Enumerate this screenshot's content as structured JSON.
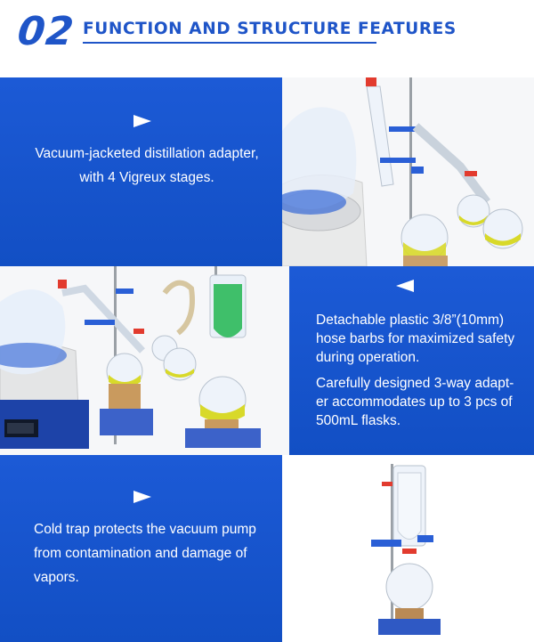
{
  "header": {
    "number": "02",
    "title": "FUNCTION AND STRUCTURE FEATURES"
  },
  "section1": {
    "arrow_icon": "arrow-right-icon",
    "lines": [
      "Vacuum-jacketed distillation adapter,",
      "with 4 Vigreux stages."
    ]
  },
  "section2": {
    "arrow_icon": "arrow-left-icon",
    "para1": [
      "Detachable plastic 3/8”(10mm)",
      "hose barbs for maximized safety",
      "during operation."
    ],
    "para2": [
      "Carefully designed 3-way  adapt-",
      "er accommodates up to 3 pcs of",
      "500mL flasks."
    ]
  },
  "section3": {
    "arrow_icon": "arrow-right-icon",
    "lines": [
      "Cold trap protects the vacuum pump",
      "from contamination and damage of",
      "vapors."
    ]
  },
  "colors": {
    "brand_blue": "#1f55c8",
    "panel_blue": "#1653c9",
    "liquid_yellow": "#d8d92a",
    "liquid_green": "#3fbf6a"
  }
}
